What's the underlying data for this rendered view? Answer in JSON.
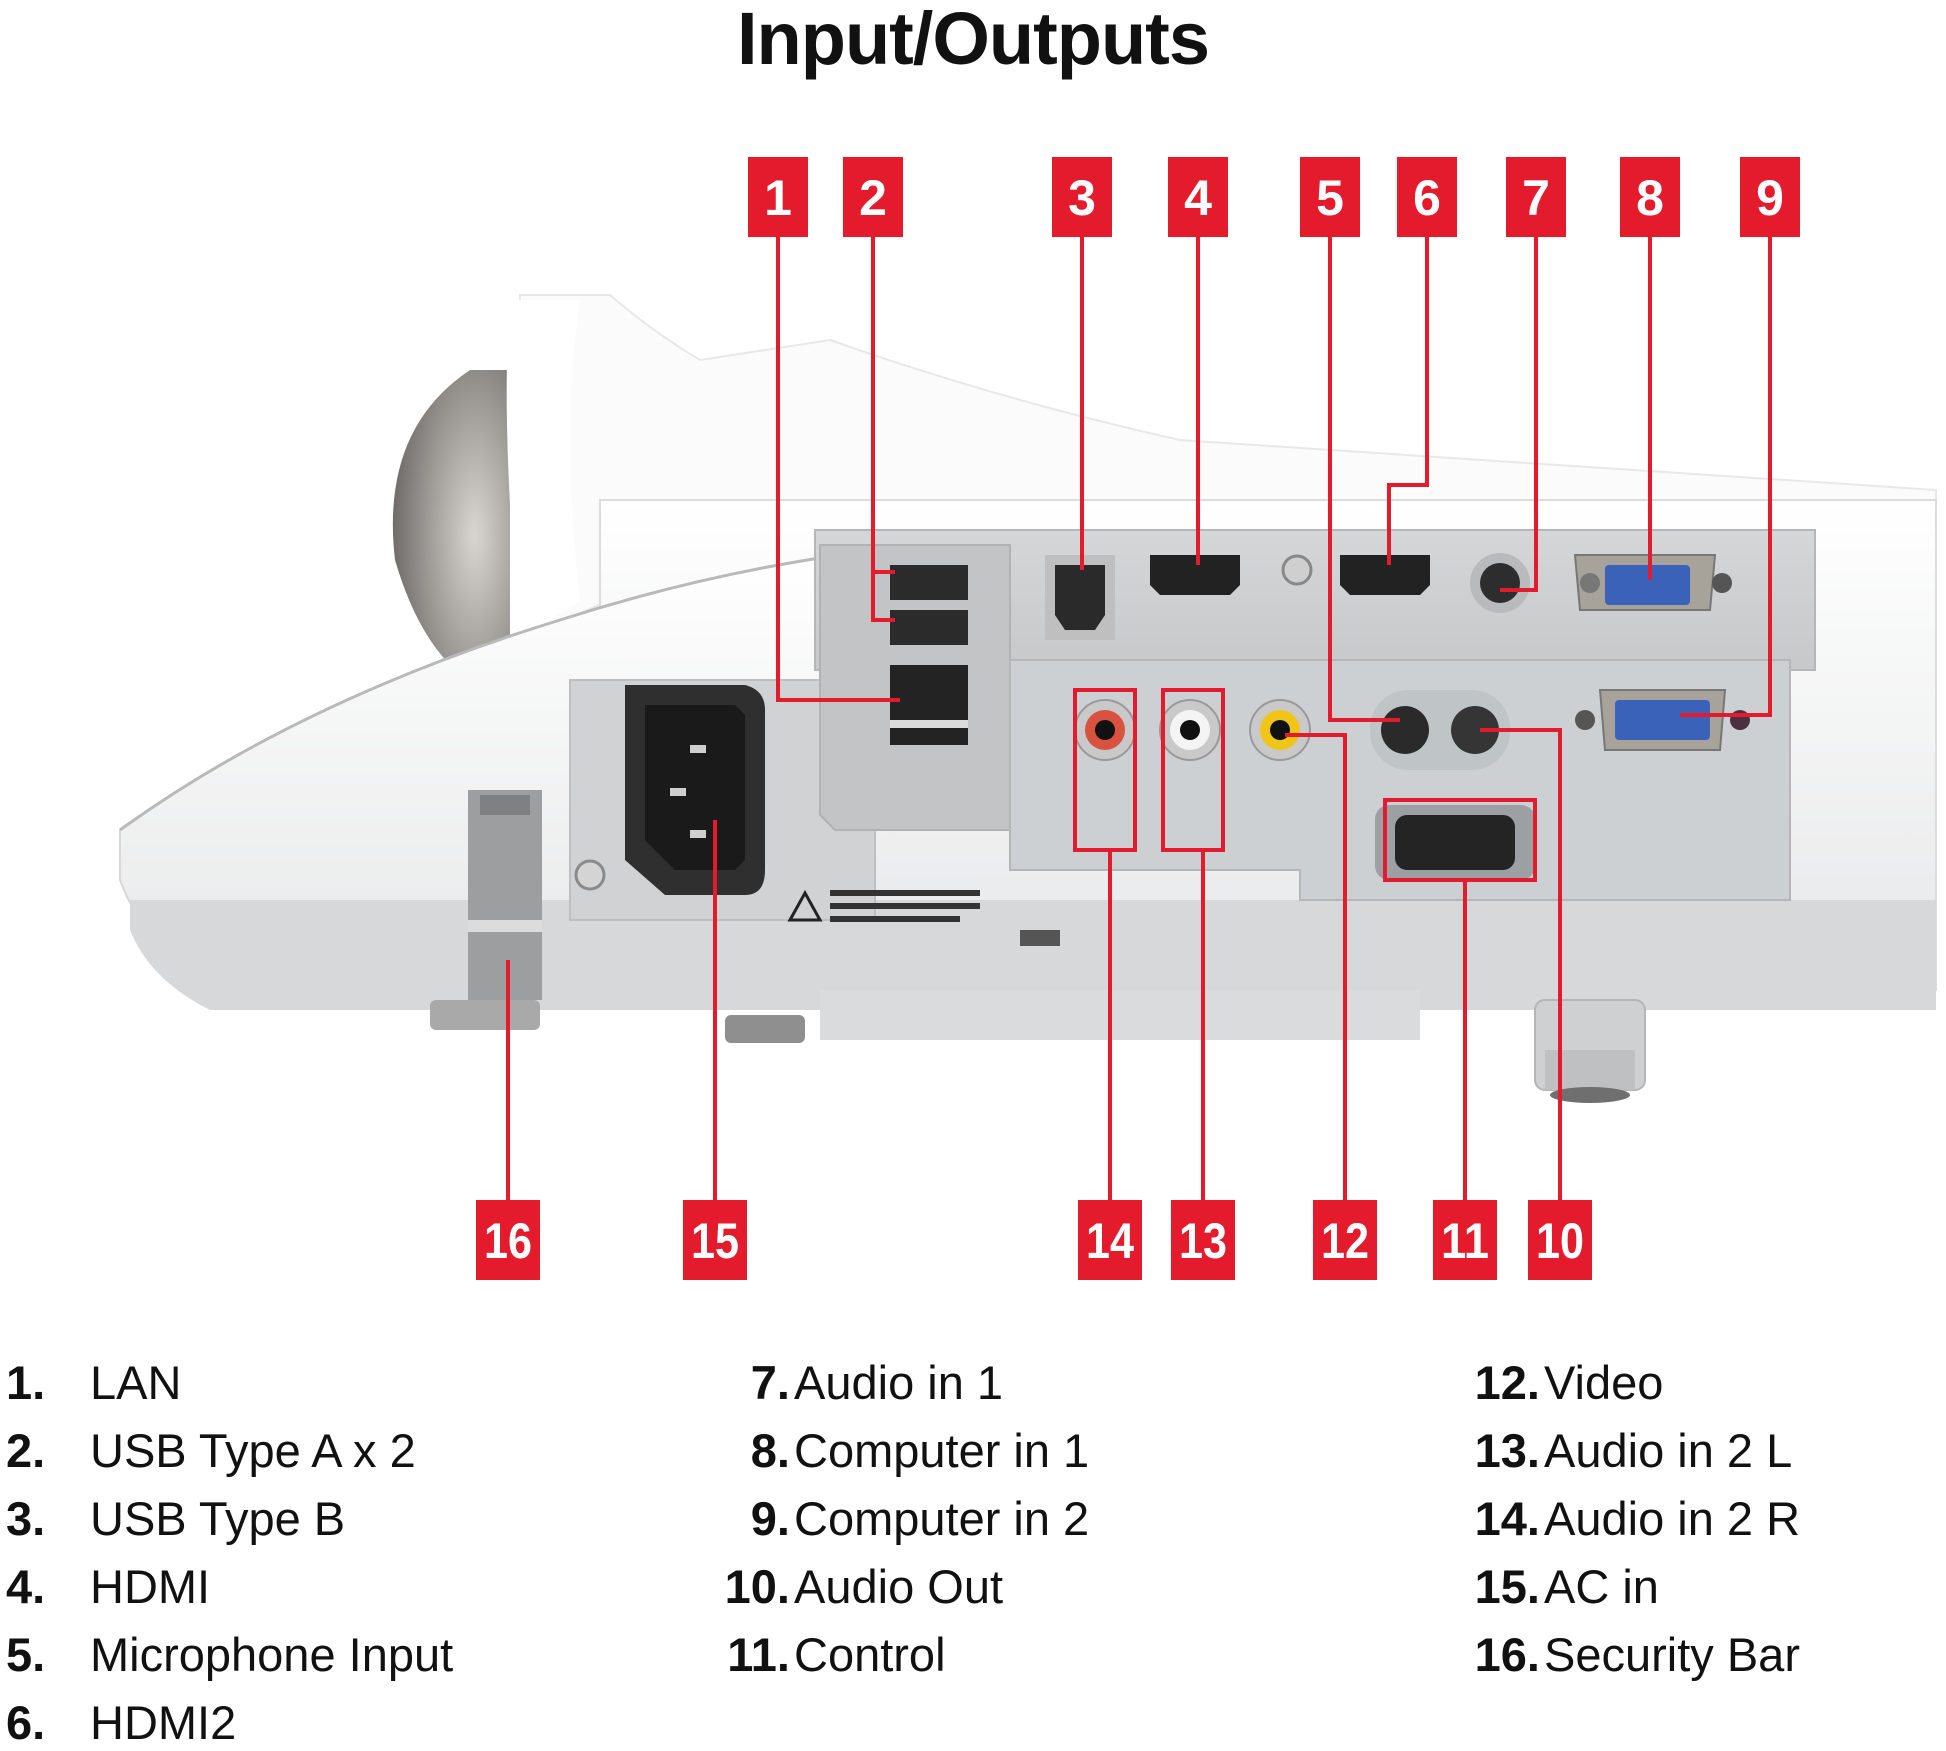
{
  "title": "Input/Outputs",
  "colors": {
    "callout": "#e31b2c",
    "body_white": "#f2f2f2",
    "panel_gray": "#c9cbcd",
    "text": "#111111"
  },
  "callouts_top": [
    "1",
    "2",
    "3",
    "4",
    "5",
    "6",
    "7",
    "8",
    "9"
  ],
  "callouts_bottom": [
    "16",
    "15",
    "14",
    "13",
    "12",
    "11",
    "10"
  ],
  "legend": {
    "col1": [
      {
        "num": "1.",
        "label": "LAN"
      },
      {
        "num": "2.",
        "label": "USB Type A x 2"
      },
      {
        "num": "3.",
        "label": "USB Type B"
      },
      {
        "num": "4.",
        "label": "HDMI"
      },
      {
        "num": "5.",
        "label": "Microphone Input"
      },
      {
        "num": "6.",
        "label": "HDMI2"
      }
    ],
    "col2": [
      {
        "num": "7.",
        "label": "Audio in 1"
      },
      {
        "num": "8.",
        "label": "Computer in 1"
      },
      {
        "num": "9.",
        "label": "Computer in 2"
      },
      {
        "num": "10.",
        "label": "Audio Out"
      },
      {
        "num": "11.",
        "label": "Control"
      }
    ],
    "col3": [
      {
        "num": "12.",
        "label": "Video"
      },
      {
        "num": "13.",
        "label": "Audio in 2 L"
      },
      {
        "num": "14.",
        "label": "Audio in 2 R"
      },
      {
        "num": "15.",
        "label": "AC in"
      },
      {
        "num": "16.",
        "label": "Security Bar"
      }
    ]
  }
}
